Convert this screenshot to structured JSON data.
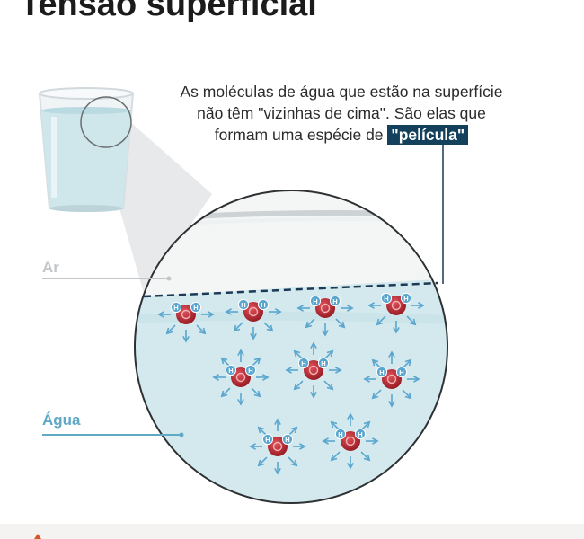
{
  "title": "Tensão superficial",
  "caption": {
    "line1": "As moléculas de água que estão na superfície",
    "line2": "não têm \"vizinhas de cima\". São elas que",
    "line3_prefix": "formam uma espécie de ",
    "highlight": "\"película\""
  },
  "labels": {
    "air": "Ar",
    "water": "Água"
  },
  "molecule": {
    "oxygen_symbol": "",
    "hydrogen_symbol": "H"
  },
  "colors": {
    "highlight_bg": "#13405b",
    "oxygen": "#b5222b",
    "hydrogen": "#5aa6cf",
    "arrow": "#5aa6cf",
    "water": "#d3e9ee",
    "air_label": "#c3c6c8",
    "water_label": "#5fa9c5",
    "surface_line": "#1c3a55"
  }
}
